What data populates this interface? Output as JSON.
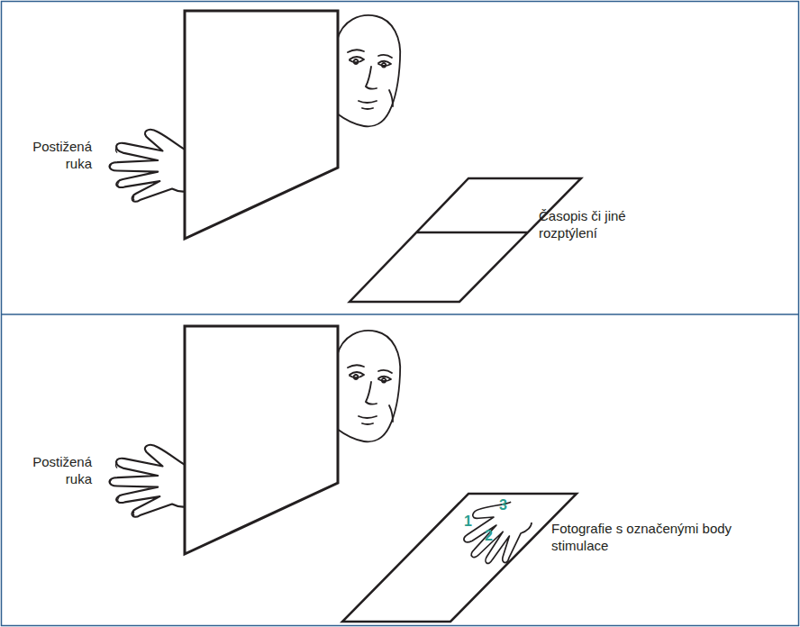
{
  "diagram": {
    "labels": [
      "Postižená ruka",
      "Časopis či jiné rozptýlení",
      "Postižená ruka",
      "1",
      "3",
      "2",
      "Fotografie s označenými body stimulace"
    ]
  }
}
